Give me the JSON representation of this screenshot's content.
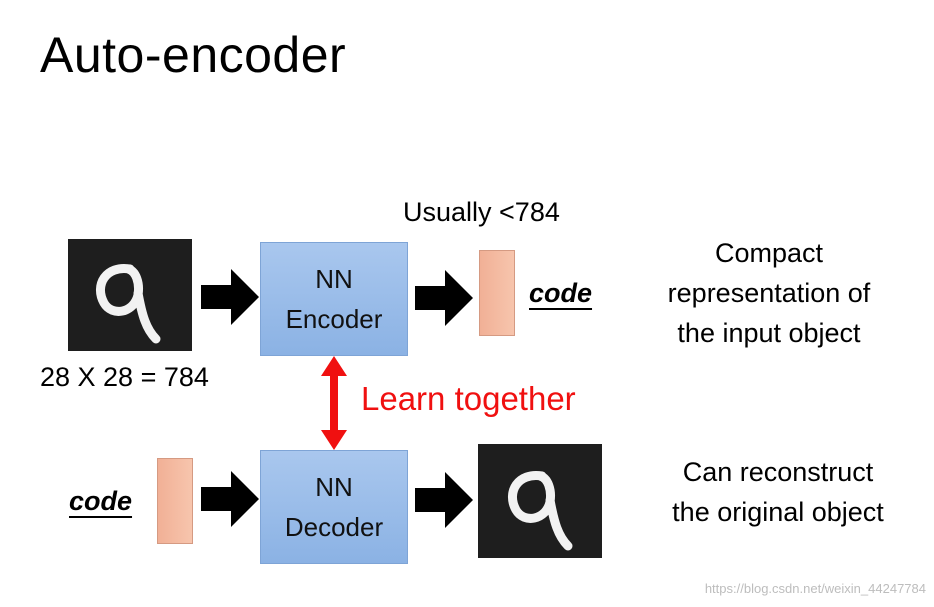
{
  "title": "Auto-encoder",
  "encoder": {
    "line1": "NN",
    "line2": "Encoder",
    "input_size_label": "28 X 28 = 784",
    "code_size_note": "Usually <784",
    "code_label": "code",
    "description": [
      "Compact",
      "representation of",
      "the input object"
    ]
  },
  "decoder": {
    "line1": "NN",
    "line2": "Decoder",
    "code_label": "code",
    "description": [
      "Can reconstruct",
      "the original object"
    ]
  },
  "link_label": "Learn together",
  "watermark": "https://blog.csdn.net/weixin_44247784",
  "colors": {
    "nn_box": "#9dbfea",
    "code_bar": "#f4b9a0",
    "learn_together": "#f01010",
    "digit_bg": "#1e1e1e"
  }
}
